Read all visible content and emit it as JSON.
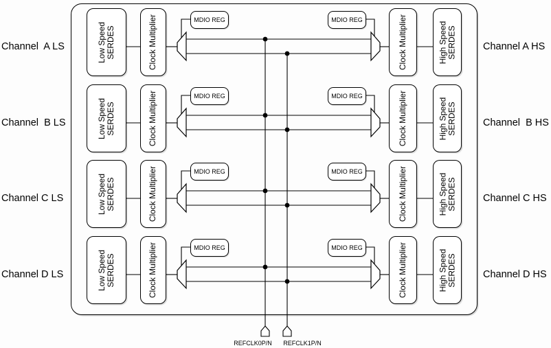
{
  "diagram": {
    "description": "Quad-channel SERDES reference clock distribution block diagram",
    "blocks": {
      "low_speed_serdes_line1": "Low Speed",
      "low_speed_serdes_line2": "SERDES",
      "clock_multiplier": "Clock Multiplier",
      "mdio_reg": "MDIO REG",
      "high_speed_serdes_line1": "High Speed",
      "high_speed_serdes_line2": "SERDES"
    },
    "rows": [
      {
        "channel": "A",
        "left_label": "Channel  A LS",
        "right_label": "Channel A HS"
      },
      {
        "channel": "B",
        "left_label": "Channel  B LS",
        "right_label": "Channel  B HS"
      },
      {
        "channel": "C",
        "left_label": "Channel C LS",
        "right_label": "Channel C HS"
      },
      {
        "channel": "D",
        "left_label": "Channel D LS",
        "right_label": "Channel D HS"
      }
    ],
    "refclk_inputs": [
      {
        "label": "REFCLK0P/N"
      },
      {
        "label": "REFCLK1P/N"
      }
    ],
    "colors": {
      "stroke": "#000000",
      "block_fill": "#ffffff",
      "background": "#fdfdfd",
      "junction_dot": "#000000"
    }
  }
}
